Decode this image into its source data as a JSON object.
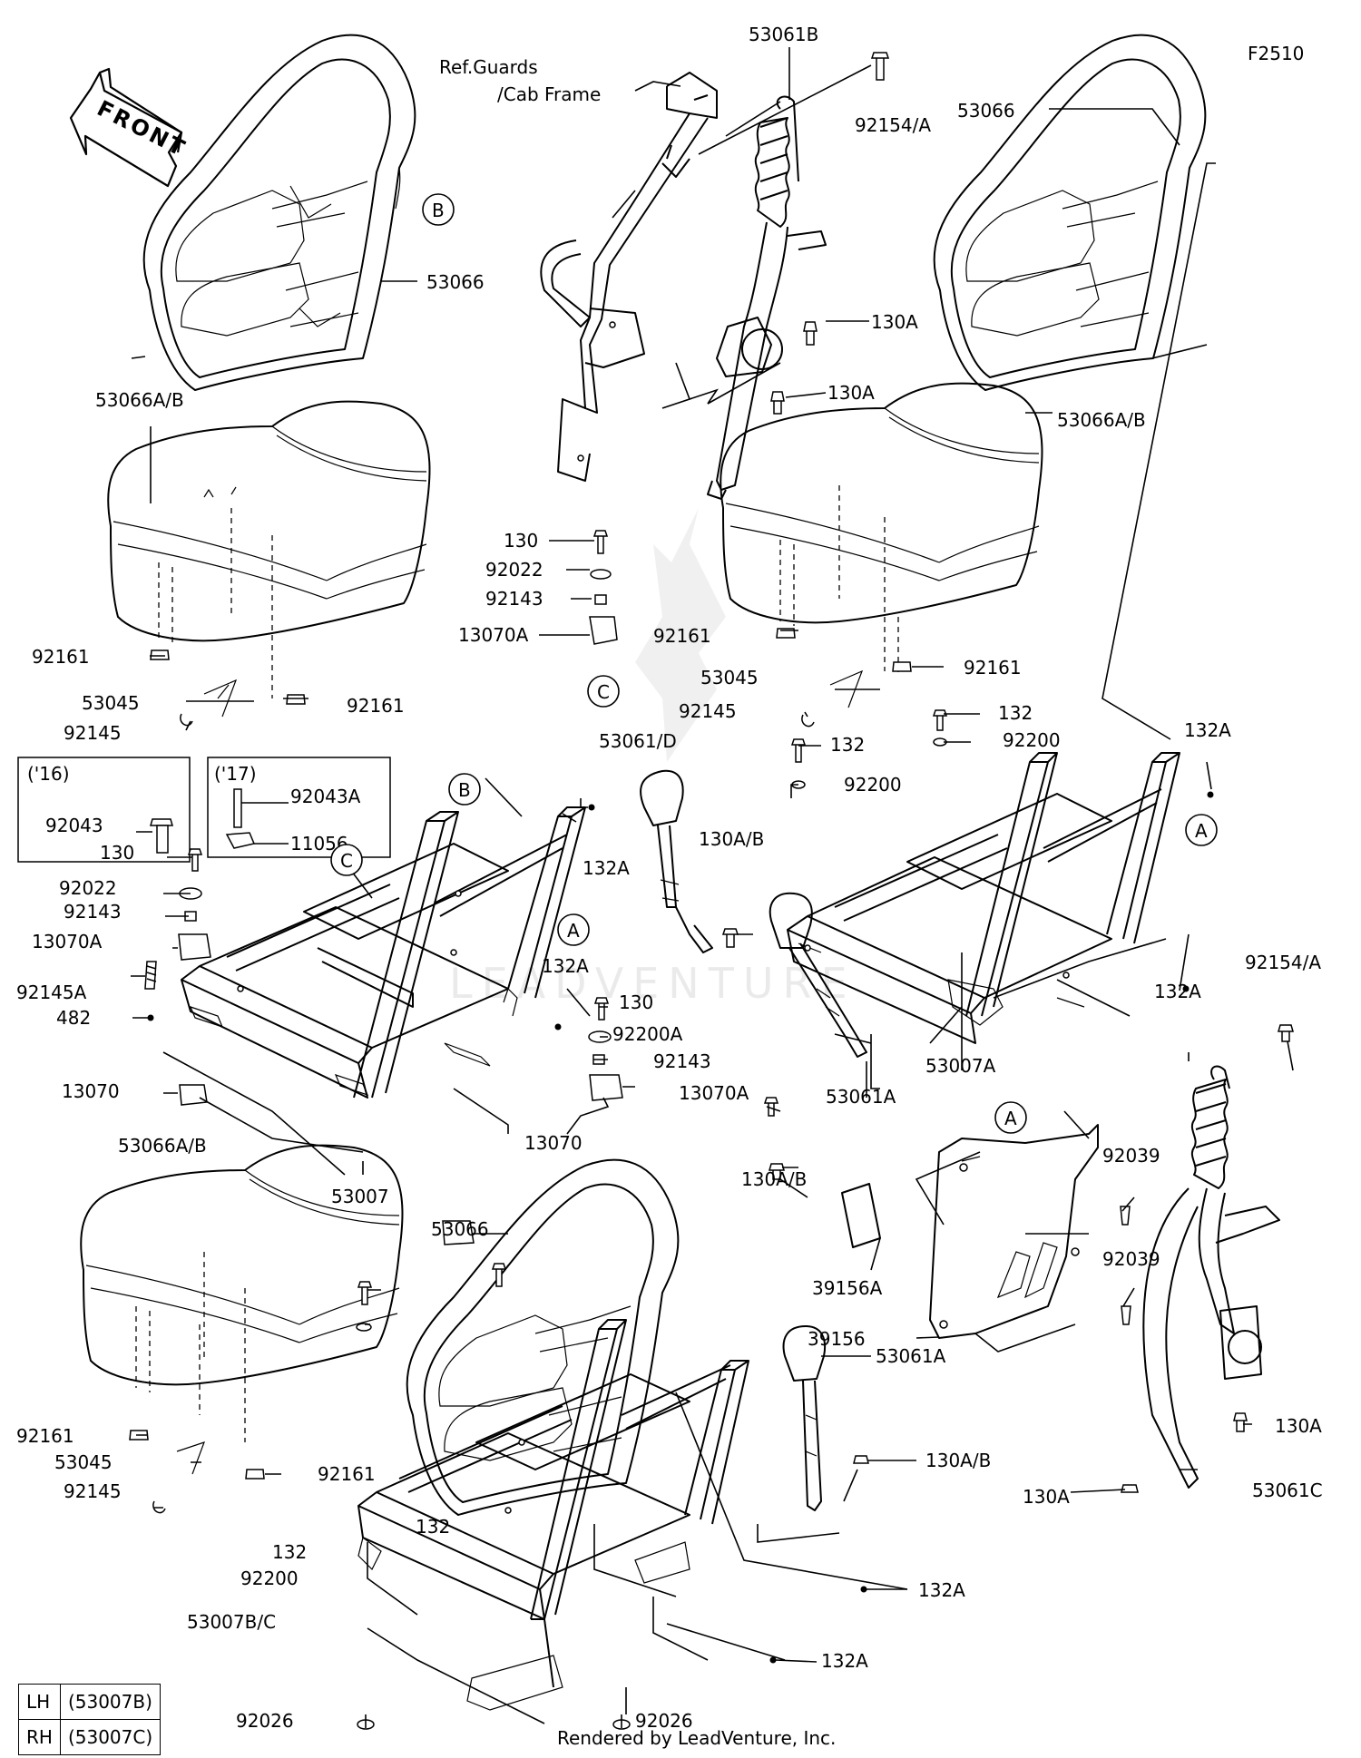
{
  "figure_id": "F2510",
  "credit": "Rendered by LeadVenture, Inc.",
  "watermark": "LEADVENTURE",
  "front_arrow": "FRONT",
  "ref_note": [
    "Ref.Guards",
    "/Cab Frame"
  ],
  "circle_refs": [
    "A",
    "B",
    "C"
  ],
  "inset_16": {
    "label": "('16)",
    "part": "92043"
  },
  "inset_17": {
    "label": "('17)",
    "parts": [
      "92043A",
      "11056"
    ]
  },
  "variant_table": [
    {
      "side": "LH",
      "part": "(53007B)"
    },
    {
      "side": "RH",
      "part": "(53007C)"
    }
  ],
  "callouts": [
    "53061B",
    "92154/A",
    "53066",
    "53066",
    "130A",
    "130A",
    "53066A/B",
    "53066A/B",
    "130",
    "92022",
    "92143",
    "13070A",
    "92161",
    "92161",
    "53045",
    "92145",
    "92161",
    "92161",
    "53045",
    "92145",
    "132",
    "92200",
    "132",
    "92200",
    "132A",
    "53061/D",
    "130",
    "92022",
    "92143",
    "13070A",
    "92145A",
    "482",
    "130A/B",
    "132A",
    "132A",
    "130",
    "92200A",
    "92143",
    "13070A",
    "13070",
    "13070",
    "53007",
    "132A",
    "53007A",
    "92154/A",
    "53061A",
    "130A/B",
    "92039",
    "92039",
    "39156A",
    "39156",
    "53066A/B",
    "53066",
    "53061A",
    "130A",
    "130A/B",
    "53061C",
    "130A",
    "92161",
    "92161",
    "53045",
    "92145",
    "132",
    "132",
    "92200",
    "53007B/C",
    "132A",
    "132A",
    "92026",
    "92026"
  ]
}
